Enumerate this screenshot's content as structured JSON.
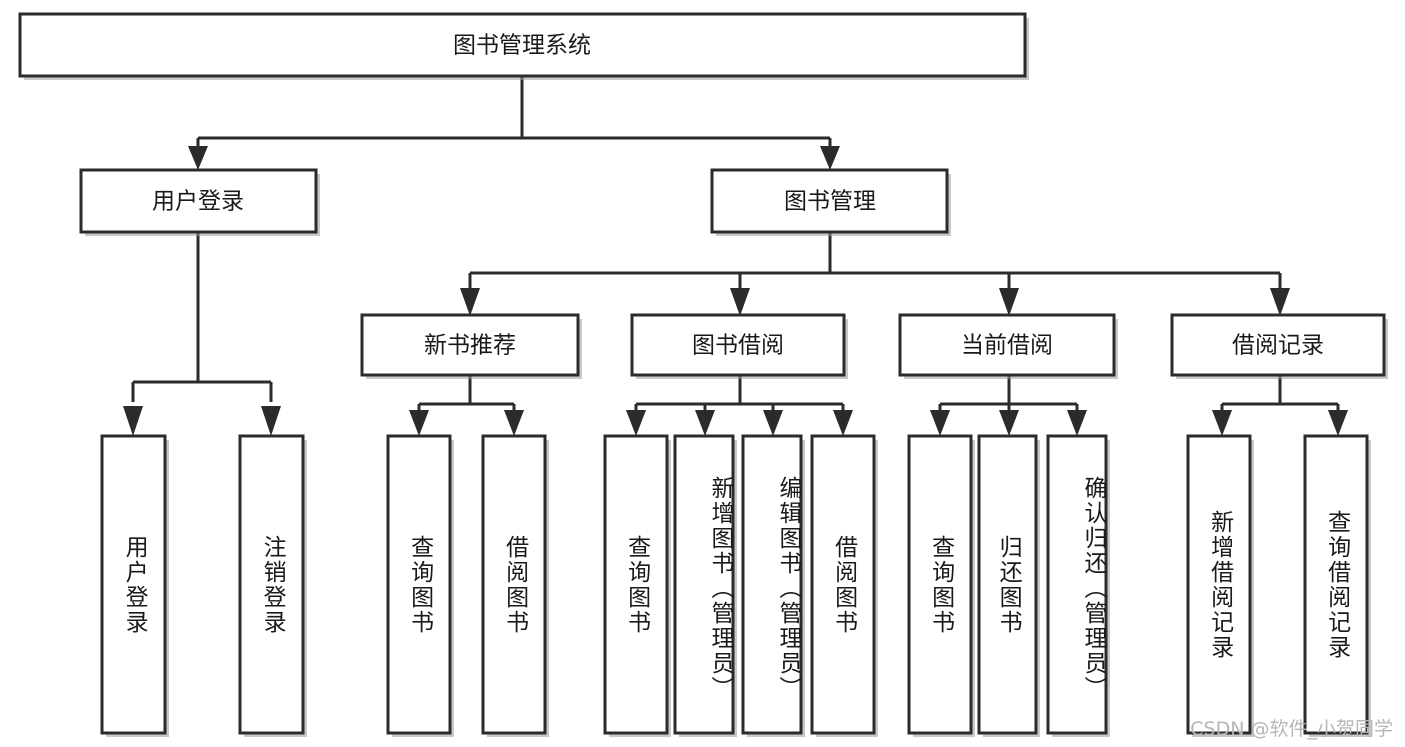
{
  "diagram": {
    "title": "图书管理系统",
    "type": "tree-hierarchy",
    "root": {
      "label": "图书管理系统"
    },
    "level2": [
      {
        "label": "用户登录"
      },
      {
        "label": "图书管理"
      }
    ],
    "level3": [
      {
        "label": "新书推荐"
      },
      {
        "label": "图书借阅"
      },
      {
        "label": "当前借阅"
      },
      {
        "label": "借阅记录"
      }
    ],
    "leaves": [
      {
        "label": "用户登录"
      },
      {
        "label": "注销登录"
      },
      {
        "label": "查询图书"
      },
      {
        "label": "借阅图书"
      },
      {
        "label": "查询图书"
      },
      {
        "label": "新增图书（管理员）"
      },
      {
        "label": "编辑图书（管理员）"
      },
      {
        "label": "借阅图书"
      },
      {
        "label": "查询图书"
      },
      {
        "label": "归还图书"
      },
      {
        "label": "确认归还（管理员）"
      },
      {
        "label": "新增借阅记录"
      },
      {
        "label": "查询借阅记录"
      }
    ],
    "edges_summary": "图书管理系统 → 用户登录, 图书管理; 用户登录 → 用户登录, 注销登录; 图书管理 → 新书推荐, 图书借阅, 当前借阅, 借阅记录; 新书推荐 → 查询图书, 借阅图书; 图书借阅 → 查询图书, 新增图书（管理员）, 编辑图书（管理员）, 借阅图书; 当前借阅 → 查询图书, 归还图书, 确认归还（管理员）; 借阅记录 → 新增借阅记录, 查询借阅记录"
  },
  "watermark": {
    "text": "CSDN @软件_小贺同学"
  },
  "colors": {
    "background": "#ffffff",
    "box_fill": "#ffffff",
    "box_stroke": "#2b2b2b",
    "text": "#1a1a1a",
    "watermark": "#b6b6b6"
  }
}
